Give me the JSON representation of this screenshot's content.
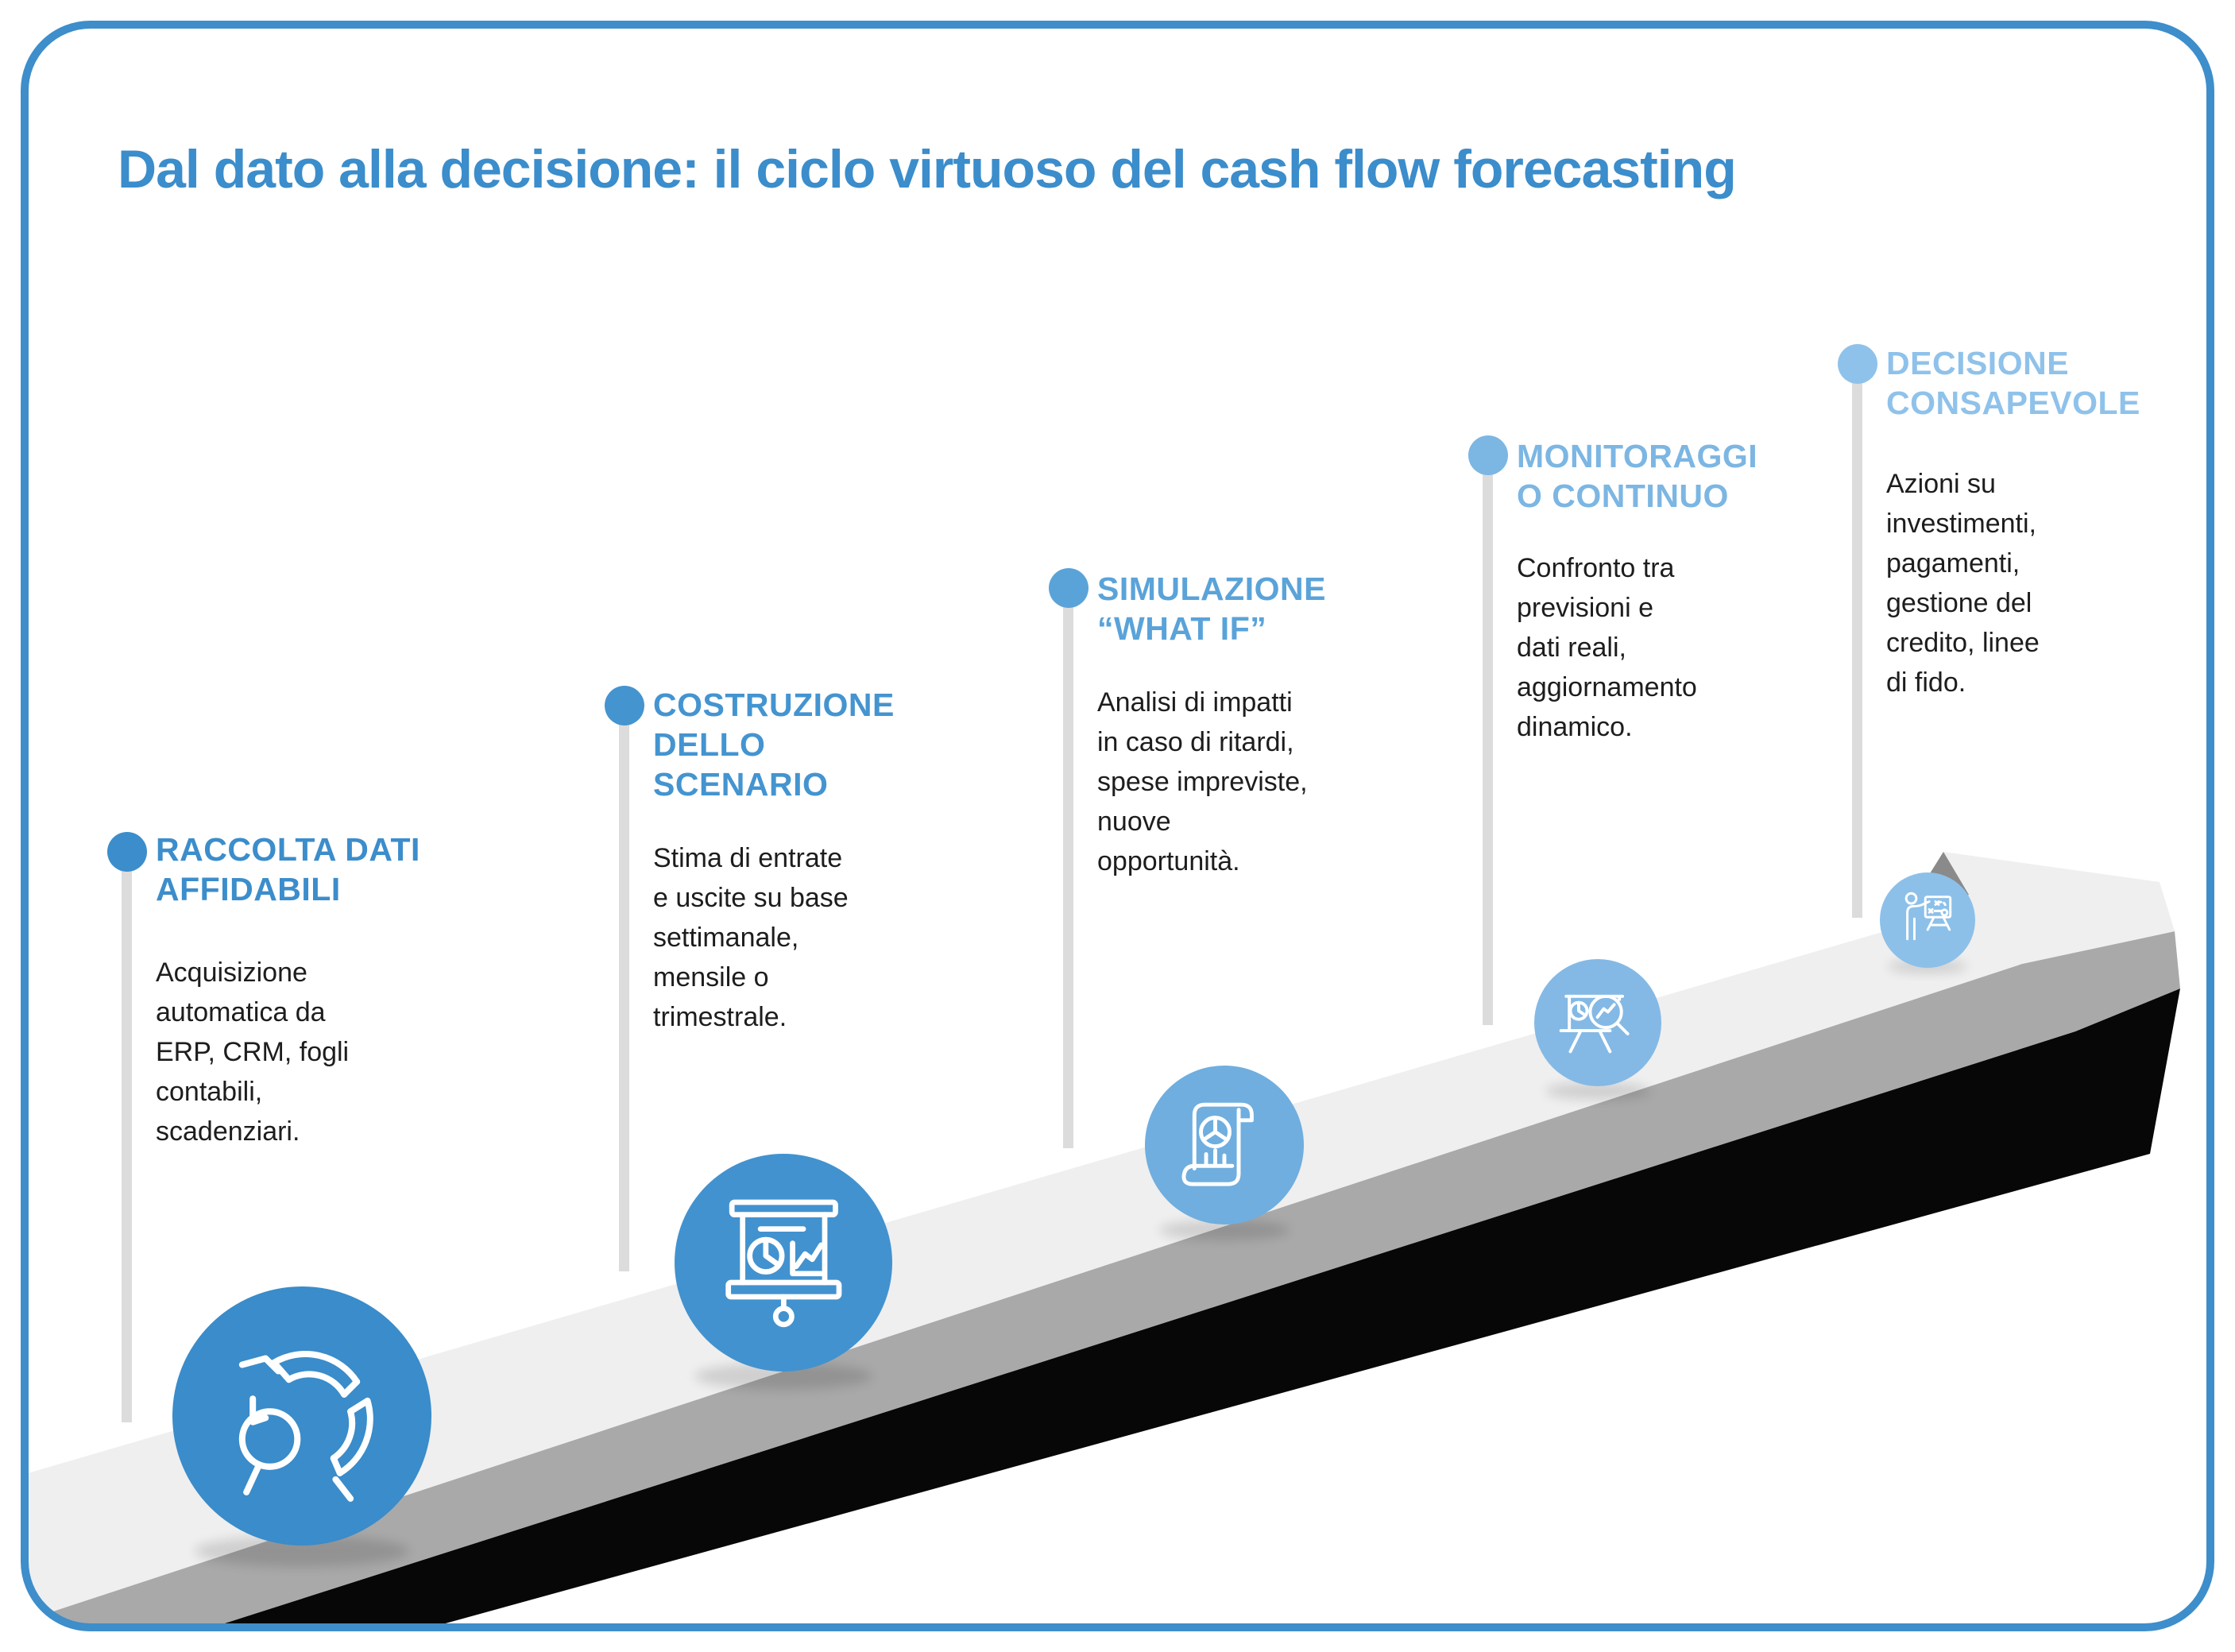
{
  "title": "Dal dato alla decisione: il ciclo virtuoso del cash flow forecasting",
  "palette": {
    "title_blue": "#3B8DCB",
    "border_blue": "#3D8ECB",
    "body_text": "#1D1D1D",
    "stem_gray": "#DCDCDC",
    "ramp_top_gray": "#EFEFEF",
    "ramp_side_gray": "#A9A9A9",
    "ramp_facet_gray": "#8A8A8A",
    "ramp_shadow_black": "#070707"
  },
  "steps": [
    {
      "heading_lines": [
        "RACCOLTA DATI",
        "AFFIDABILI"
      ],
      "body_lines": [
        "Acquisizione",
        "automatica da",
        "ERP, CRM, fogli",
        "contabili,",
        "scadenziari."
      ],
      "accent": "#3C8DCB",
      "circle_color": "#3A8CCA",
      "icon": "pie-segments-magnifier-icon"
    },
    {
      "heading_lines": [
        "COSTRUZIONE",
        "DELLO",
        "SCENARIO"
      ],
      "body_lines": [
        "Stima di entrate",
        "e uscite su base",
        "settimanale,",
        "mensile o",
        "trimestrale."
      ],
      "accent": "#4494D0",
      "circle_color": "#4292CF",
      "icon": "presentation-screen-charts-icon"
    },
    {
      "heading_lines": [
        "SIMULAZIONE",
        "“WHAT IF”"
      ],
      "body_lines": [
        "Analisi di impatti",
        "in caso di ritardi,",
        "spese impreviste,",
        "nuove",
        "opportunità."
      ],
      "accent": "#5AA3D9",
      "circle_color": "#6FAEDF",
      "icon": "report-scroll-pie-icon"
    },
    {
      "heading_lines": [
        "MONITORAGGI",
        "O CONTINUO"
      ],
      "body_lines": [
        "Confronto tra",
        "previsioni e",
        "dati reali,",
        "aggiornamento",
        "dinamico."
      ],
      "accent": "#7CB6E3",
      "circle_color": "#84B9E5",
      "icon": "monitoring-board-magnifier-icon"
    },
    {
      "heading_lines": [
        "DECISIONE",
        "CONSAPEVOLE"
      ],
      "body_lines": [
        "Azioni su",
        "investimenti,",
        "pagamenti,",
        "gestione del",
        "credito, linee",
        "di fido."
      ],
      "accent": "#8FC2EA",
      "circle_color": "#8CC0E9",
      "icon": "strategy-presenter-icon"
    }
  ]
}
